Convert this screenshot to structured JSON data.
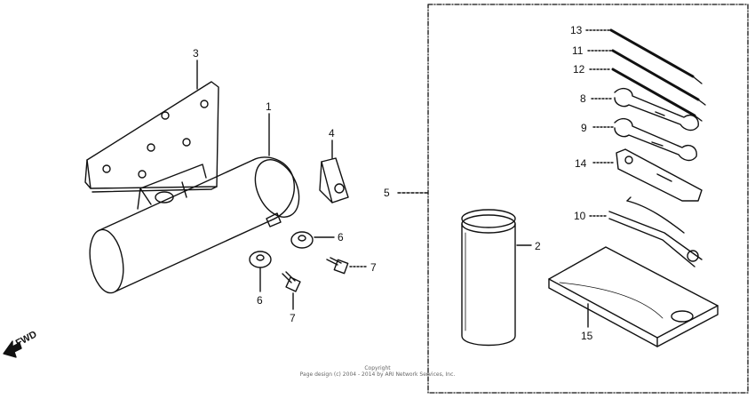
{
  "callouts": {
    "c1": "1",
    "c2": "2",
    "c3": "3",
    "c4": "4",
    "c5": "5",
    "c6a": "6",
    "c6b": "6",
    "c7a": "7",
    "c7b": "7",
    "c8": "8",
    "c9": "9",
    "c10": "10",
    "c11": "11",
    "c12": "12",
    "c13": "13",
    "c14": "14",
    "c15": "15"
  },
  "direction_label": "FWD",
  "copyright": {
    "line1": "Copyright",
    "line2": "Page design (c) 2004 - 2014 by ARI Network Services, Inc."
  },
  "colors": {
    "ink": "#111111",
    "paper": "#ffffff"
  }
}
